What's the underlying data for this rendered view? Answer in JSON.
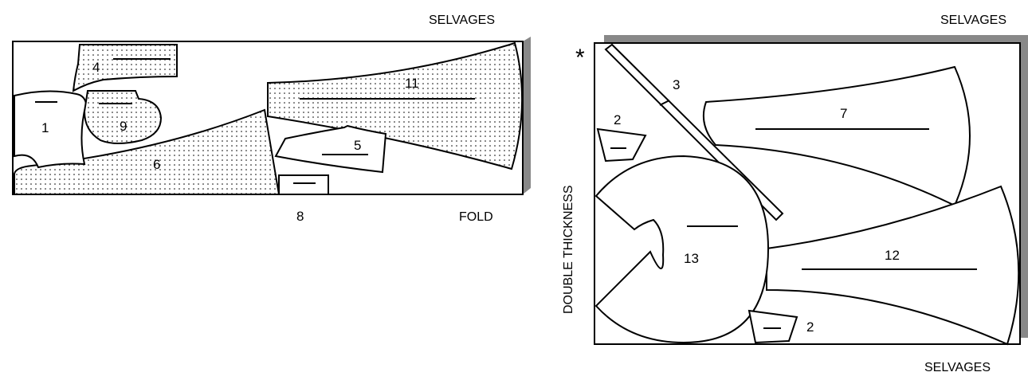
{
  "left_layout": {
    "label_top": "SELVAGES",
    "label_bottom": "FOLD",
    "pieces": [
      {
        "id": "1",
        "label": "1"
      },
      {
        "id": "4",
        "label": "4"
      },
      {
        "id": "5",
        "label": "5"
      },
      {
        "id": "6",
        "label": "6"
      },
      {
        "id": "8",
        "label": "8"
      },
      {
        "id": "9",
        "label": "9"
      },
      {
        "id": "11",
        "label": "11"
      }
    ]
  },
  "right_layout": {
    "label_top": "SELVAGES",
    "label_bottom": "SELVAGES",
    "label_side": "DOUBLE THICKNESS",
    "marker": "*",
    "pieces": [
      {
        "id": "2a",
        "label": "2"
      },
      {
        "id": "2b",
        "label": "2"
      },
      {
        "id": "3",
        "label": "3"
      },
      {
        "id": "7",
        "label": "7"
      },
      {
        "id": "12",
        "label": "12"
      },
      {
        "id": "13",
        "label": "13"
      }
    ]
  },
  "colors": {
    "outline": "#000000",
    "shadow": "#888888",
    "background": "#ffffff",
    "dot_fill": "#000000"
  }
}
